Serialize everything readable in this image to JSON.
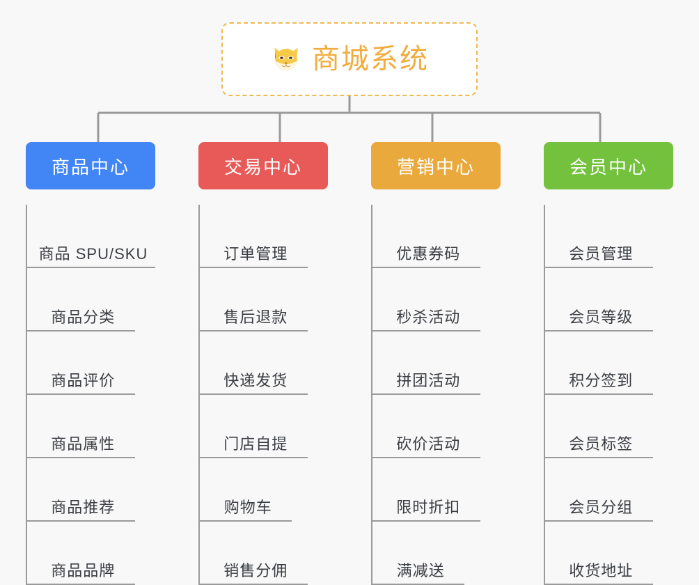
{
  "root": {
    "title": "商城系统",
    "icon": "shiba-dog-icon",
    "border_color": "#f0b952",
    "text_color": "#f0ad3e"
  },
  "background_color": "#f8f8f8",
  "connector_color": "#9a9a9a",
  "columns": [
    {
      "title": "商品中心",
      "color": "#4285f4",
      "color_class": "c-blue",
      "items": [
        "商品 SPU/SKU",
        "商品分类",
        "商品评价",
        "商品属性",
        "商品推荐",
        "商品品牌"
      ]
    },
    {
      "title": "交易中心",
      "color": "#e85a58",
      "color_class": "c-red",
      "items": [
        "订单管理",
        "售后退款",
        "快递发货",
        "门店自提",
        "购物车",
        "销售分佣"
      ]
    },
    {
      "title": "营销中心",
      "color": "#e9a93c",
      "color_class": "c-orange",
      "items": [
        "优惠券码",
        "秒杀活动",
        "拼团活动",
        "砍价活动",
        "限时折扣",
        "满减送"
      ]
    },
    {
      "title": "会员中心",
      "color": "#73c13d",
      "color_class": "c-green",
      "items": [
        "会员管理",
        "会员等级",
        "积分签到",
        "会员标签",
        "会员分组",
        "收货地址"
      ]
    }
  ]
}
